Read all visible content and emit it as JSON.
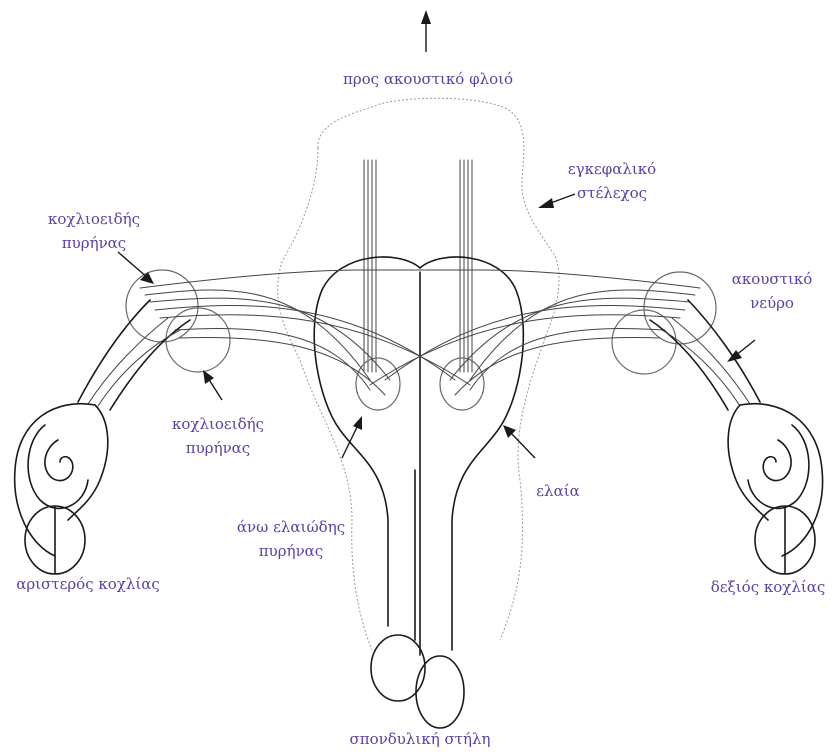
{
  "labels": {
    "cortex": "προς ακουστικό φλοιό",
    "brainstem_1": "εγκεφαλικό",
    "brainstem_2": "στέλεχος",
    "cochlear_nucleus_upper_1": "κοχλιοειδής",
    "cochlear_nucleus_upper_2": "πυρήνας",
    "acoustic_nerve_1": "ακουστικό",
    "acoustic_nerve_2": "νεύρο",
    "cochlear_nucleus_lower_1": "κοχλιοειδής",
    "cochlear_nucleus_lower_2": "πυρήνας",
    "olive": "ελαία",
    "superior_olive_1": "άνω ελαιώδης",
    "superior_olive_2": "πυρήνας",
    "left_cochlea": "αριστερός κοχλίας",
    "right_cochlea": "δεξιός κοχλίας",
    "spine": "σπονδυλική στήλη"
  },
  "colors": {
    "label_text": "#5b3fa6",
    "line": "#1a1a1a",
    "faint_outline": "#9a9a9a"
  }
}
